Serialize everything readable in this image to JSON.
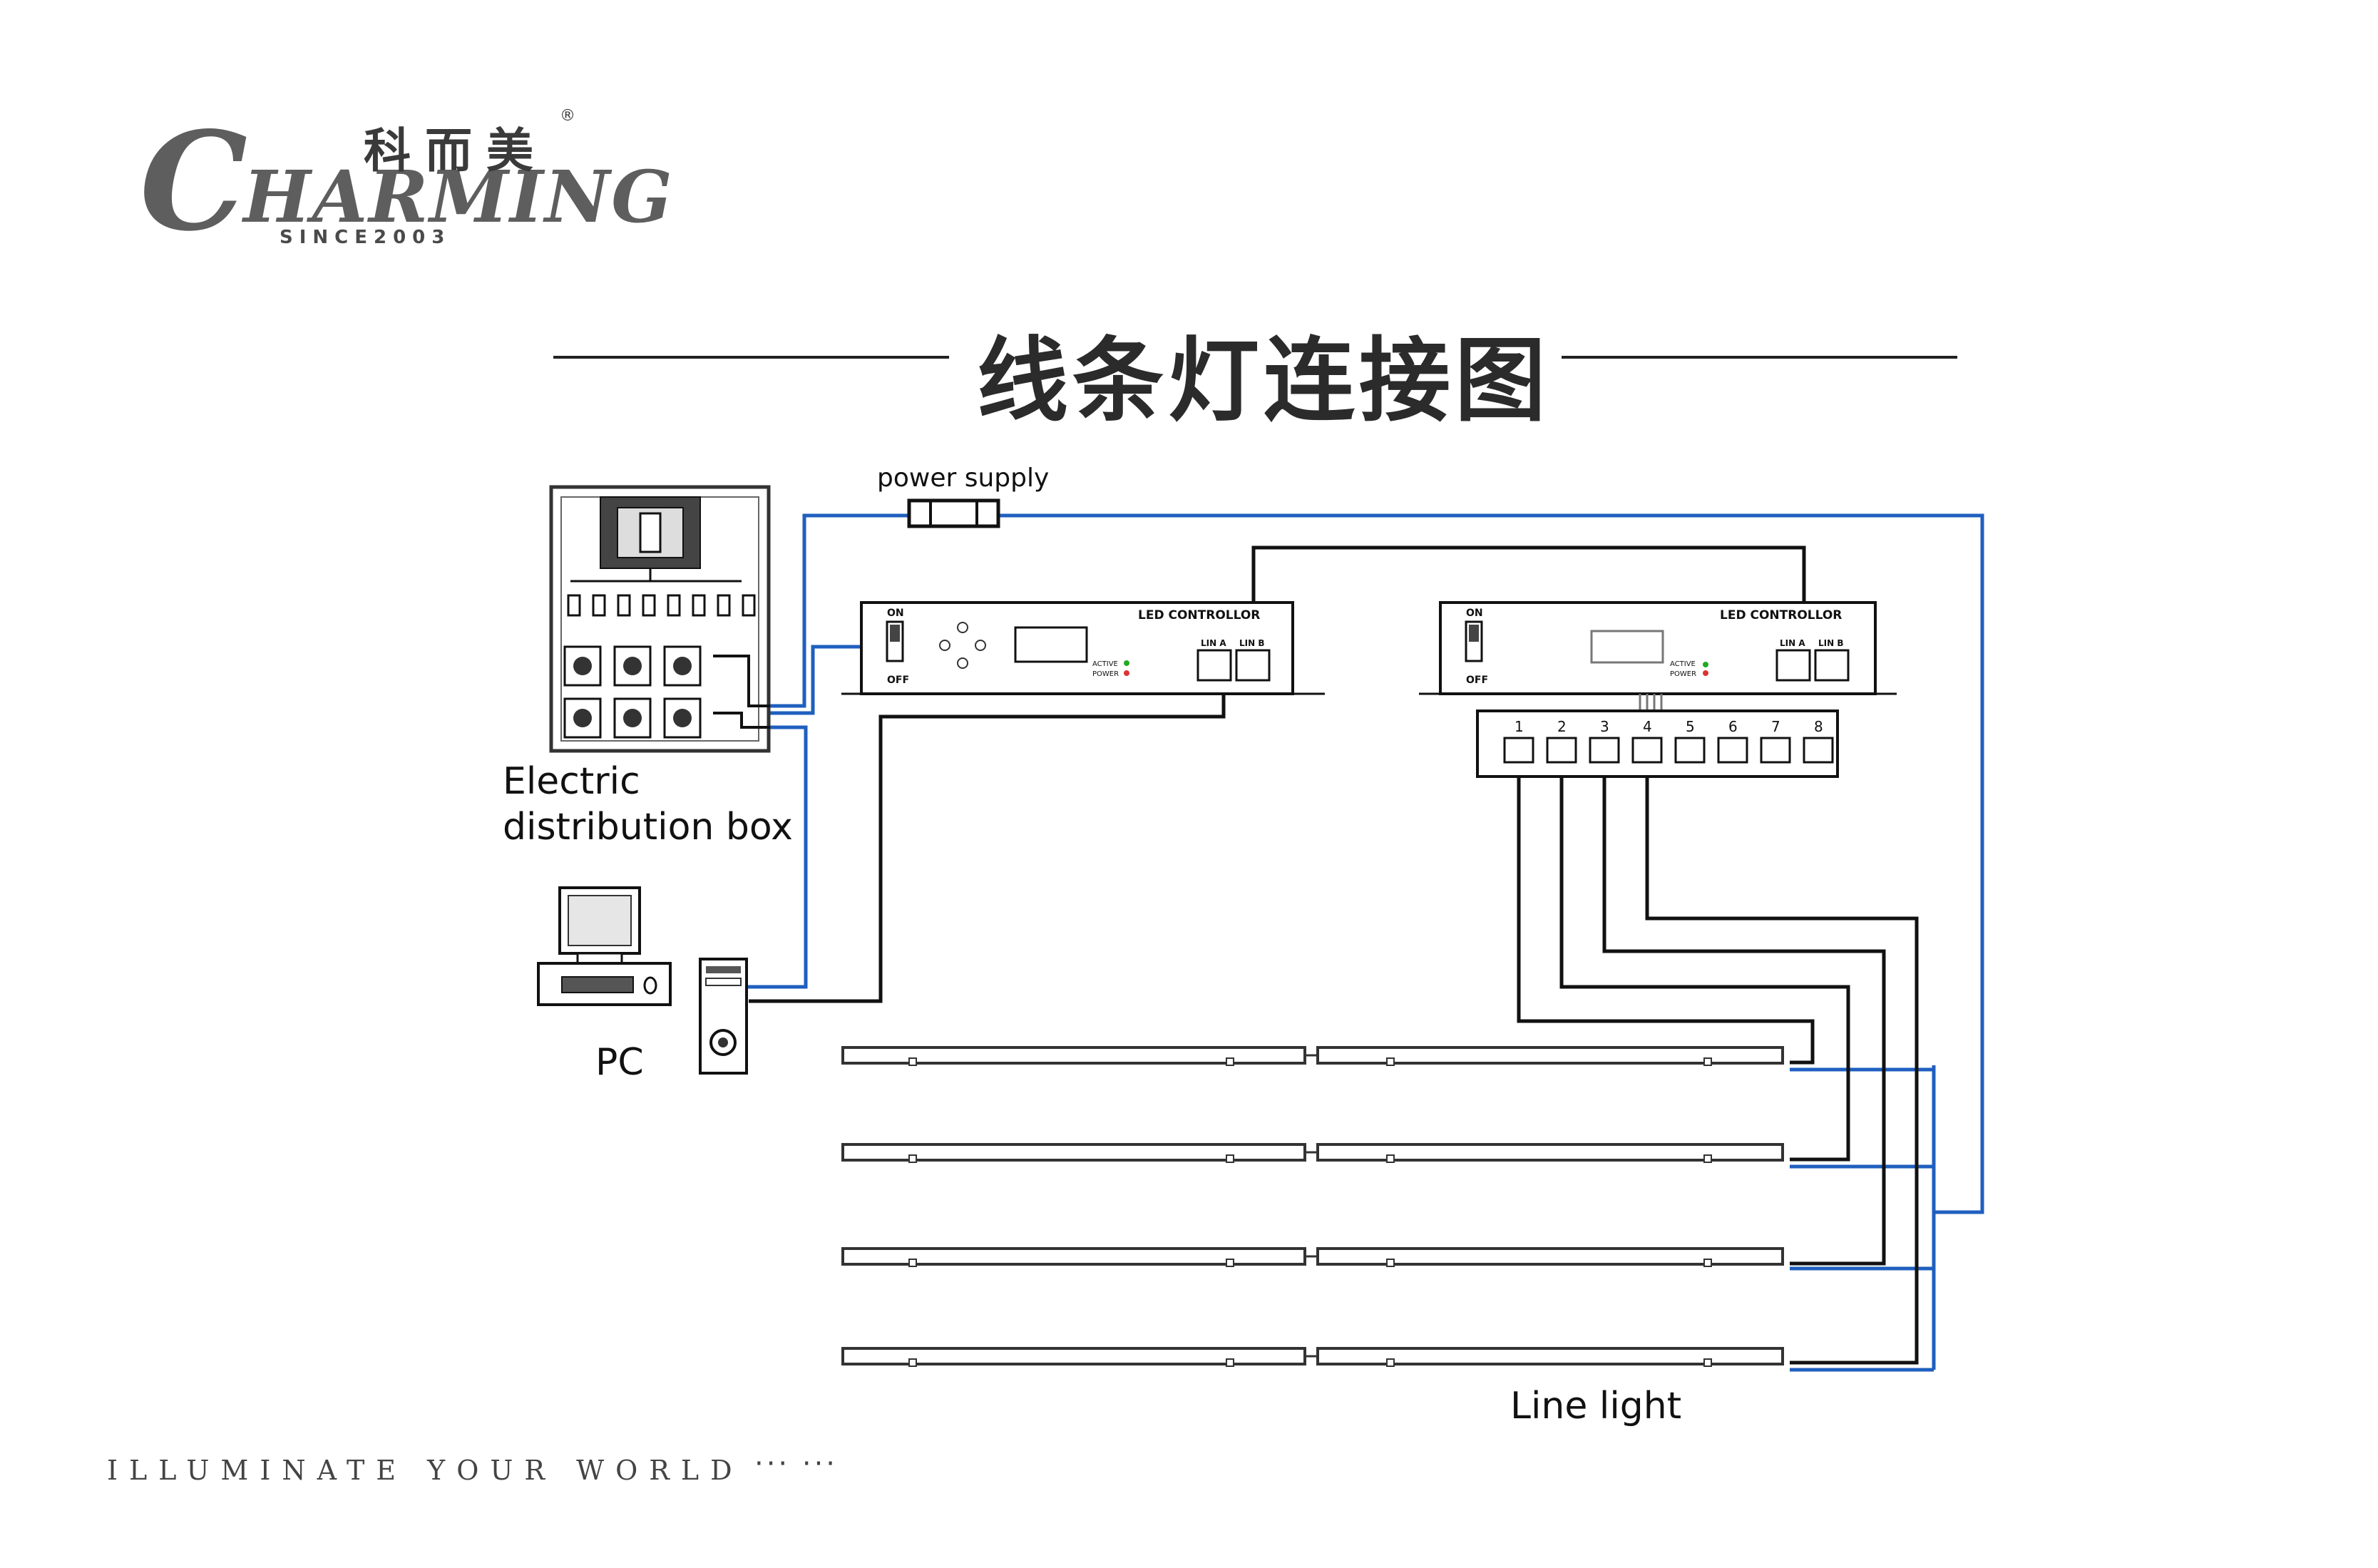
{
  "logo": {
    "chinese": "科而美",
    "registered": "®",
    "word_first": "C",
    "word_rest": "HARMING",
    "since": "SINCE2003"
  },
  "title": "线条灯连接图",
  "labels": {
    "power_supply": "power supply",
    "distribution_line1": "Electric",
    "distribution_line2": "distribution box",
    "pc": "PC",
    "line_light": "Line light"
  },
  "controller": {
    "label": "LED CONTROLLOR",
    "on": "ON",
    "off": "OFF",
    "lin_a": "LIN A",
    "lin_b": "LIN B",
    "active": "ACTIVE",
    "power": "POWER"
  },
  "splitter_ports": [
    "1",
    "2",
    "3",
    "4",
    "5",
    "6",
    "7",
    "8"
  ],
  "footer": {
    "tagline": "ILLUMINATE YOUR WORLD",
    "dots": "··· ···"
  },
  "colors": {
    "power_wire": "#1f5fbf",
    "signal_wire": "#111111"
  }
}
